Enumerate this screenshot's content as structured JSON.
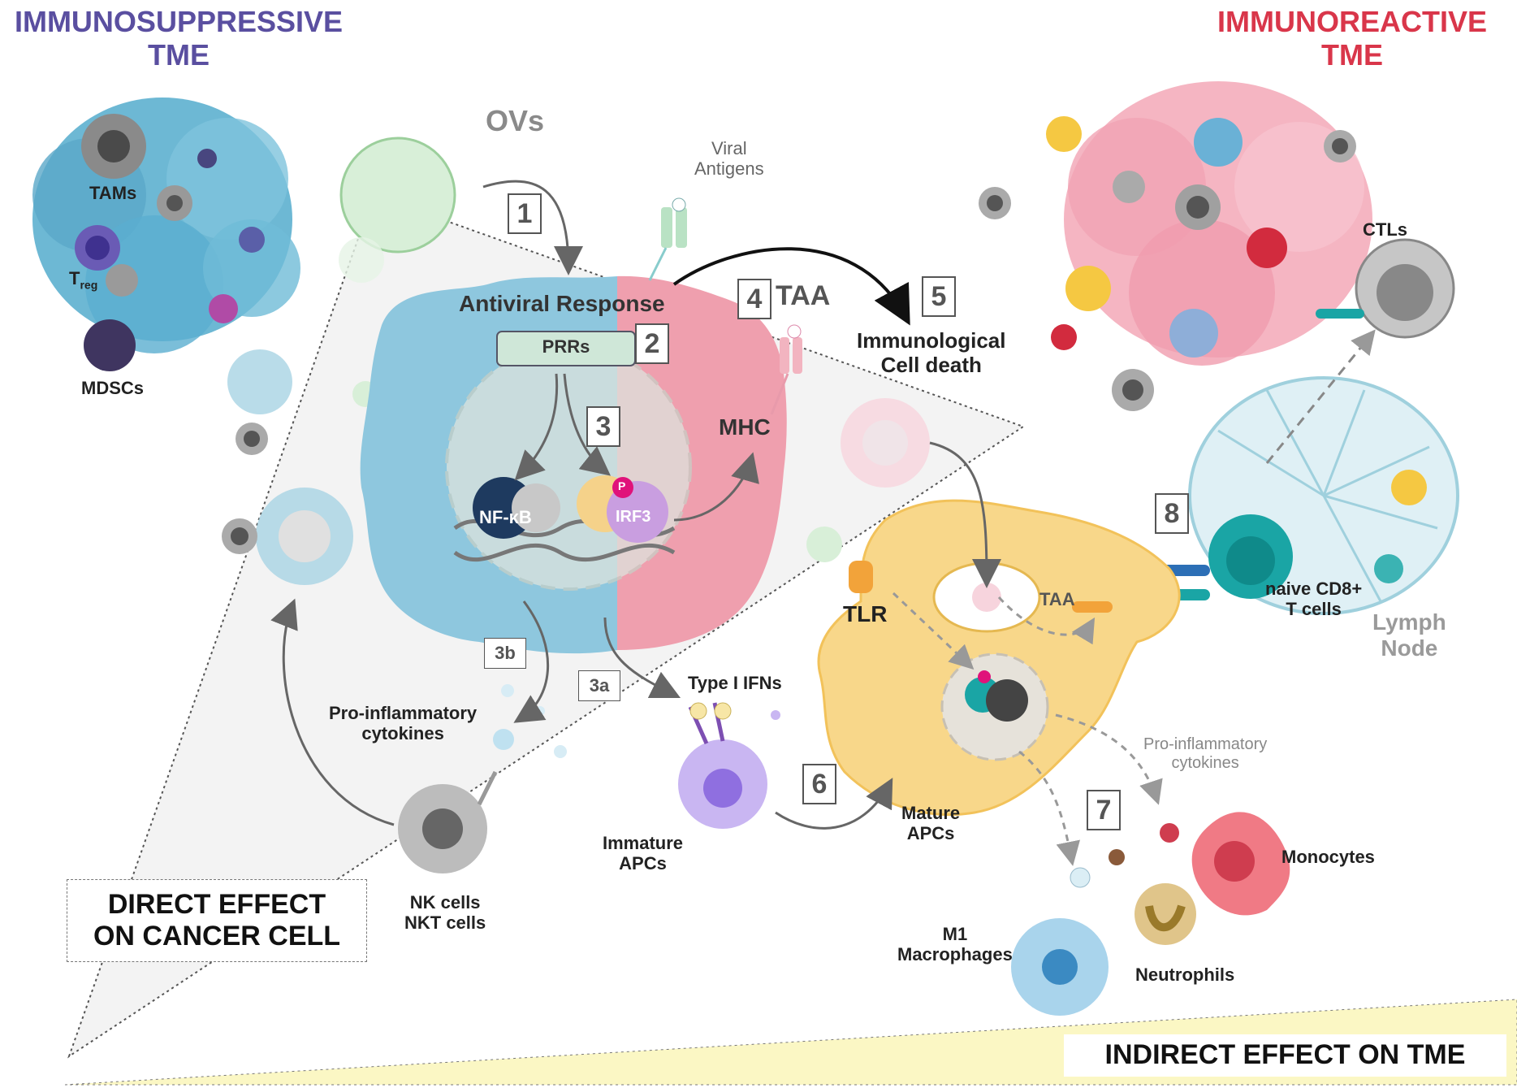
{
  "titles": {
    "left": "IMMUNOSUPPRESSIVE\nTME",
    "right": "IMMUNOREACTIVE\nTME"
  },
  "colors": {
    "suppressive": "#5a4fa0",
    "reactive": "#d9364a",
    "cancer_blue": "#8ec7de",
    "cancer_pink": "#ef9fae",
    "apc_yellow": "#f8d78a",
    "indirect_band": "#fbf7c4"
  },
  "labels": {
    "ovs": "OVs",
    "tams": "TAMs",
    "treg_main": "T",
    "treg_sub": "reg",
    "mdscs": "MDSCs",
    "viral_antigens": "Viral\nAntigens",
    "antiviral_response": "Antiviral Response",
    "prrs": "PRRs",
    "nfkb": "NF-κB",
    "irf3": "IRF3",
    "p": "P",
    "taa_top": "TAA",
    "mhc": "MHC",
    "immunological_cell_death": "Immunological\nCell death",
    "ctls": "CTLs",
    "tlr": "TLR",
    "taa_apc": "TAA",
    "naive_cd8": "naive CD8+\nT cells",
    "lymph_node": "Lymph\nNode",
    "pro_inflammatory_left": "Pro-inflammatory\ncytokines",
    "type_i_ifns": "Type I IFNs",
    "immature_apcs": "Immature\nAPCs",
    "mature_apcs": "Mature\nAPCs",
    "pro_inflammatory_right": "Pro-inflammatory\ncytokines",
    "monocytes": "Monocytes",
    "m1_macrophages": "M1\nMacrophages",
    "neutrophils": "Neutrophils",
    "nk_cells": "NK cells\nNKT cells",
    "direct_effect": "DIRECT EFFECT\nON CANCER CELL",
    "indirect_effect": "INDIRECT EFFECT ON TME"
  },
  "steps": [
    "1",
    "2",
    "3",
    "3b",
    "3a",
    "4",
    "5",
    "6",
    "7",
    "8"
  ]
}
